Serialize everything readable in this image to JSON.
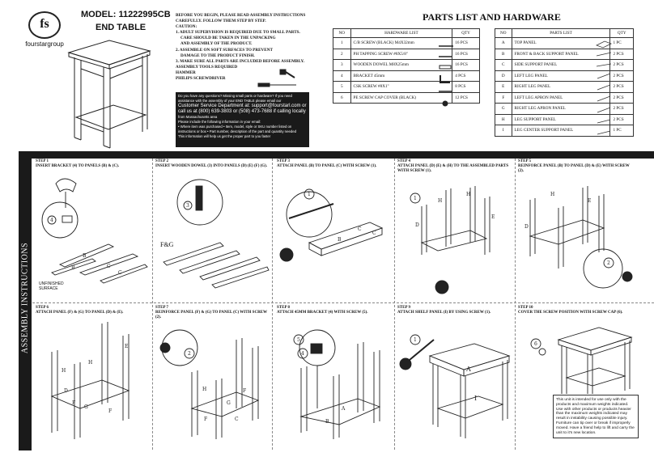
{
  "brand": {
    "logo_letters": "fs",
    "name": "fourstargroup"
  },
  "header": {
    "model": "MODEL: 11222995CB",
    "product": "END TABLE"
  },
  "notes": {
    "lines": [
      "BEFORE YOU BEGIN, PLEASE READ ASSEMBLY INSTRUCTIONS",
      "CAREFULLY. FOLLOW THEM STEP BY STEP.",
      "CAUTION:",
      "1. ADULT SUPERVISION IS REQUIRED DUE TO SMALL PARTS.",
      "   CARE SHOULD BE TAKEN IN THE UNPACKING",
      "   AND ASSEMBLY OF THE PRODUCT.",
      "2. ASSEMBLE ON SOFT SURFACES TO PREVENT",
      "   DAMAGE TO THE PRODUCT FINISH.",
      "3. MAKE SURE ALL PARTS ARE INCLUDED BEFORE ASSEMBLY.",
      "ASSEMBLY TOOLS REQUIRED",
      "HAMMER",
      "PHILIPS SCREWDRIVER"
    ]
  },
  "service": {
    "l1": "Do you have any questions? Missing small parts or hardware? If you need",
    "l2": "assistance with the assembly of your END TABLE please email our",
    "l3": "Customer Service Department at:  support@fourstarl.com or",
    "l4": "call us at (800) 639-3803  or (508) 473-7688 if calling locally",
    "l5": "from Massachusetts area",
    "l6": "Please include the following information in your email:",
    "l7": "• Where item was purchased • Item, model, style or SKU number listed on",
    "l8": "instructions or box • Part number, description of the part and quantity needed",
    "l9": "This information will help us get the proper part to you faster"
  },
  "parts_title": "PARTS LIST AND HARDWARE",
  "hardware": {
    "headers": [
      "NO",
      "HARDWARE LIST",
      "QTY"
    ],
    "rows": [
      {
        "no": "1",
        "name": "C/B SCREW (BLACK) M4X32mm",
        "qty": "16 PCS"
      },
      {
        "no": "2",
        "name": "PH TAPPING SCREW #8X5/8\"",
        "qty": "16 PCS"
      },
      {
        "no": "3",
        "name": "WOODEN DOWEL M8X25mm",
        "qty": "16 PCS"
      },
      {
        "no": "4",
        "name": "BRACKET 45mm",
        "qty": "4 PCS"
      },
      {
        "no": "5",
        "name": "CSK SCREW #8X1\"",
        "qty": "8 PCS"
      },
      {
        "no": "6",
        "name": "PE SCREW CAP COVER (BLACK)",
        "qty": "12 PCS"
      }
    ]
  },
  "parts": {
    "headers": [
      "NO",
      "PARTS LIST",
      "QTY"
    ],
    "rows": [
      {
        "no": "A",
        "name": "TOP PANEL",
        "qty": "1 PC"
      },
      {
        "no": "B",
        "name": "FRONT & BACK SUPPORT PANEL",
        "qty": "2 PCS"
      },
      {
        "no": "C",
        "name": "SIDE SUPPORT PANEL",
        "qty": "2 PCS"
      },
      {
        "no": "D",
        "name": "LEFT LEG PANEL",
        "qty": "2 PCS"
      },
      {
        "no": "E",
        "name": "RIGHT LEG PANEL",
        "qty": "2 PCS"
      },
      {
        "no": "F",
        "name": "LEFT LEG APRON PANEL",
        "qty": "2 PCS"
      },
      {
        "no": "G",
        "name": "RIGHT LEG APRON PANEL",
        "qty": "2 PCS"
      },
      {
        "no": "H",
        "name": "LEG SUPPORT PANEL",
        "qty": "2 PCS"
      },
      {
        "no": "I",
        "name": "LEG CENTER SUPPORT PANEL",
        "qty": "1 PC"
      }
    ]
  },
  "side_banner": "ASSEMBLY INSTRUCTIONS",
  "steps": [
    {
      "title": "STEP 1",
      "desc": "INSERT BRACKET (4) TO PANELS (B) & (C)."
    },
    {
      "title": "STEP 2",
      "desc": "INSERT WOODEN DOWEL (3) INTO PANELS (D) (E) (F) (G)."
    },
    {
      "title": "STEP 3",
      "desc": "ATTACH PANEL (B) TO PANEL (C) WITH SCREW (1)."
    },
    {
      "title": "STEP 4",
      "desc": "ATTACH PANEL (D) (E) & (H) TO THE ASSEMBLED PARTS WITH SCREW (1)."
    },
    {
      "title": "STEP 5",
      "desc": "REINFORCE PANEL (B) TO PANEL (D) & (E) WITH SCREW (2)."
    },
    {
      "title": "STEP 6",
      "desc": "ATTACH PANEL (F) & (G) TO PANEL (D) & (E)."
    },
    {
      "title": "STEP 7",
      "desc": "REINFORCE PANEL (F) & (G) TO PANEL (C) WITH SCREW (2)."
    },
    {
      "title": "STEP 8",
      "desc": "ATTACH 45MM BRACKET (4) WITH SCREW (5)."
    },
    {
      "title": "STEP 9",
      "desc": "ATTACH SHELF PANEL (I) BY USING SCREW (1)."
    },
    {
      "title": "STEP 10",
      "desc": "COVER THE SCREW POSITION WITH SCREW CAP (6)."
    }
  ],
  "labels": {
    "unfinished": "UNFINISHED SURFACE",
    "fg": "F&G"
  },
  "disclaimer": "This unit is intended for use only with the products and maximum weights indicated. Use with other products or products heavier than the maximum weights indicated may result in instability causing possible injury. Furniture can tip over or break if improperly moved. Have a friend help to lift and carry the unit to it's new location."
}
